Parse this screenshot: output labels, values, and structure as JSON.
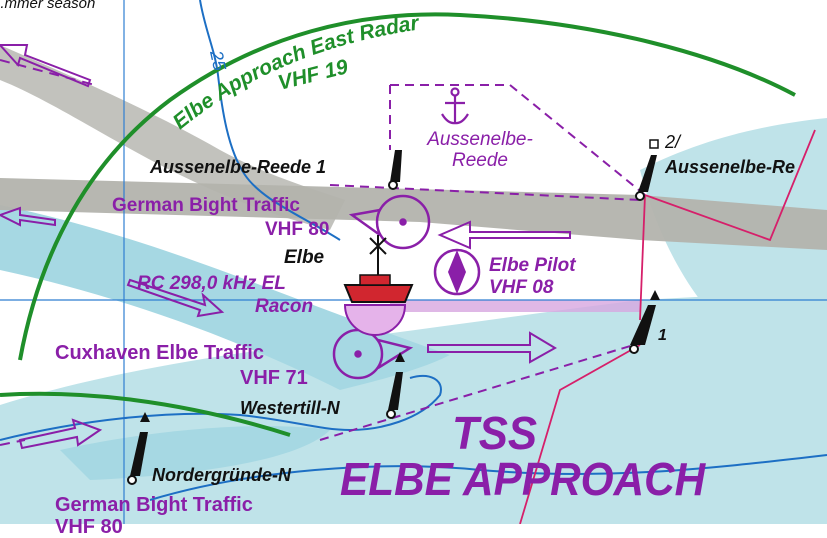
{
  "map": {
    "top_fragment": "...mmer season",
    "depth_contour": "25",
    "radar_arc": {
      "name": "Elbe Approach East Radar",
      "channel": "VHF 19",
      "color": "#1f8f2a"
    },
    "anchorage": {
      "name_line1": "Aussenelbe-",
      "name_line2": "Reede",
      "icon": "anchor-icon"
    },
    "buoys": {
      "reede1": "Aussenelbe-Reede 1",
      "reede2_num": "2/",
      "reede2": "Aussenelbe-Re",
      "westertill": "Westertill-N",
      "nordergrunde": "Nordergründe-N",
      "elbe1_num": "1"
    },
    "vts": {
      "german_bight_top": {
        "name": "German Bight Traffic",
        "channel": "VHF 80"
      },
      "cuxhaven": {
        "name": "Cuxhaven Elbe Traffic",
        "channel": "VHF 71"
      },
      "german_bight_bottom": {
        "name": "German Bight Traffic",
        "channel": "VHF 80"
      }
    },
    "lightship": {
      "name": "Elbe",
      "radio_line1": "RC 298,0 kHz EL",
      "radio_line2": "Racon"
    },
    "pilot": {
      "name": "Elbe Pilot",
      "channel": "VHF 08",
      "icon": "pilot-station-icon"
    },
    "tss": {
      "line1": "TSS",
      "line2": "ELBE APPROACH"
    },
    "colors": {
      "sea": "#bfe3e9",
      "shallow": "#a6d8e3",
      "traffic_lane": "#b3b3ad",
      "purple": "#8a1fa8",
      "magenta": "#d61f6a",
      "contour": "#1d6fc4"
    }
  }
}
